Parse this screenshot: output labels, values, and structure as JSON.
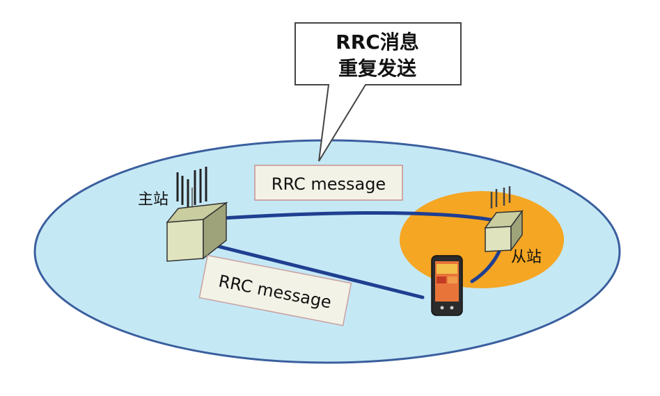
{
  "callout": {
    "line1": "RRC消息",
    "line2": "重复发送"
  },
  "top_label": "RRC message",
  "lower_label": "RRC message",
  "master_station_label": "主站",
  "secondary_station_label": "从站",
  "colors": {
    "macro_cell_fill": "#c5e8f5",
    "macro_cell_stroke": "#3a5f9e",
    "small_cell_fill": "#f5a623",
    "link_color": "#1f3f91",
    "box_top": "#c9cd9f",
    "box_front": "#dfe3be",
    "box_side": "#9ea37a"
  }
}
